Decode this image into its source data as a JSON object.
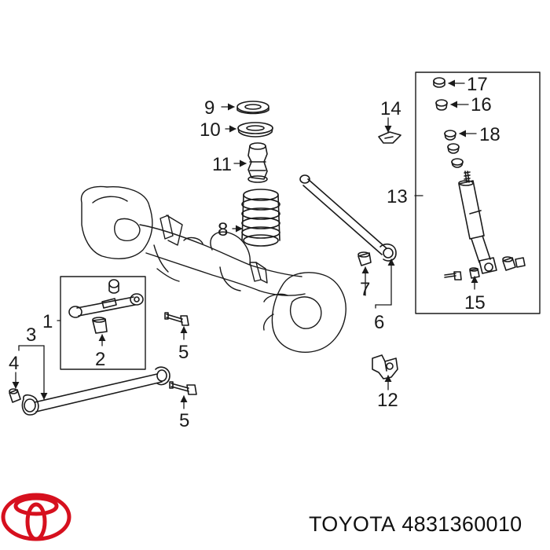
{
  "callouts": {
    "c1": "1",
    "c2": "2",
    "c3": "3",
    "c4": "4",
    "c5a": "5",
    "c5b": "5",
    "c6": "6",
    "c7": "7",
    "c8": "8",
    "c9": "9",
    "c10": "10",
    "c11": "11",
    "c12": "12",
    "c13": "13",
    "c14": "14",
    "c15": "15",
    "c16": "16",
    "c17": "17",
    "c18": "18"
  },
  "footer": {
    "brand": "TOYOTA",
    "part_number": "4831360010"
  },
  "logo": {
    "name": "toyota-logo",
    "color": "#d6101e"
  }
}
